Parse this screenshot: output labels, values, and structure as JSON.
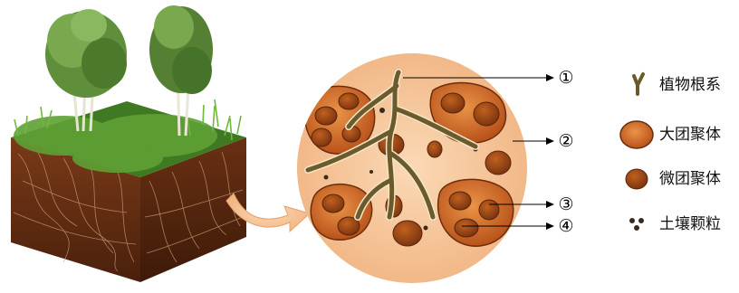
{
  "callouts": [
    "①",
    "②",
    "③",
    "④"
  ],
  "legend": [
    {
      "label": "植物根系",
      "icon": "plant-root-icon"
    },
    {
      "label": "大团聚体",
      "icon": "macroaggregate-icon"
    },
    {
      "label": "微团聚体",
      "icon": "microaggregate-icon"
    },
    {
      "label": "土壤颗粒",
      "icon": "soil-particle-icon"
    }
  ],
  "colors": {
    "soil_dark": "#5a2a12",
    "soil_mid": "#8a4520",
    "grass": "#4f8f2a",
    "tree_foliage": "#6f9a48",
    "circle_bg": "#f6c9a0",
    "aggregate_fill": "#c9621f",
    "aggregate_inner": "#e58a3d",
    "micro_fill": "#9a4512",
    "root_fill": "#6b5a2a",
    "arrow": "#f2b07a"
  }
}
